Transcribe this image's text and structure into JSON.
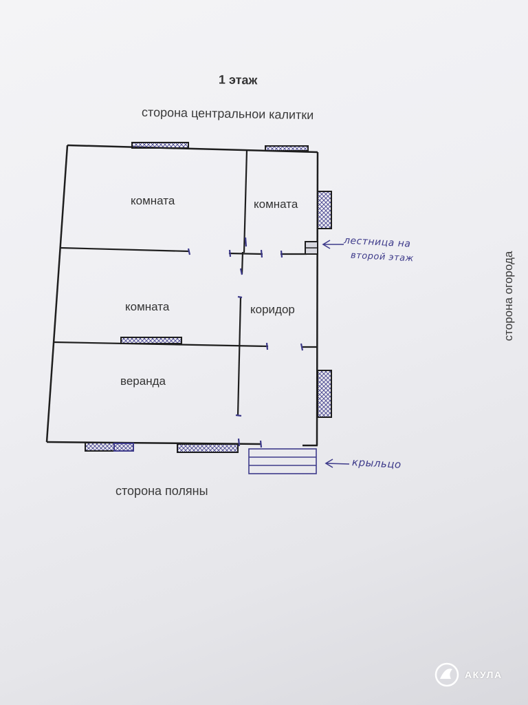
{
  "title": "1 этаж",
  "sides": {
    "top": "сторона центральнои калитки",
    "bottom": "сторона поляны",
    "right": "сторона огорода"
  },
  "rooms": {
    "top_left": "комната",
    "top_right": "комната",
    "middle_left": "комната",
    "corridor": "коридор",
    "veranda": "веранда"
  },
  "annotations": {
    "stairs_line1": "лестница на",
    "stairs_line2": "второй этаж",
    "porch": "крыльцо"
  },
  "watermark": {
    "brand": "АКУЛА"
  },
  "colors": {
    "wall": "#1e1e1e",
    "pen": "#3d3a8a",
    "window_fill": "#6d6f86"
  }
}
